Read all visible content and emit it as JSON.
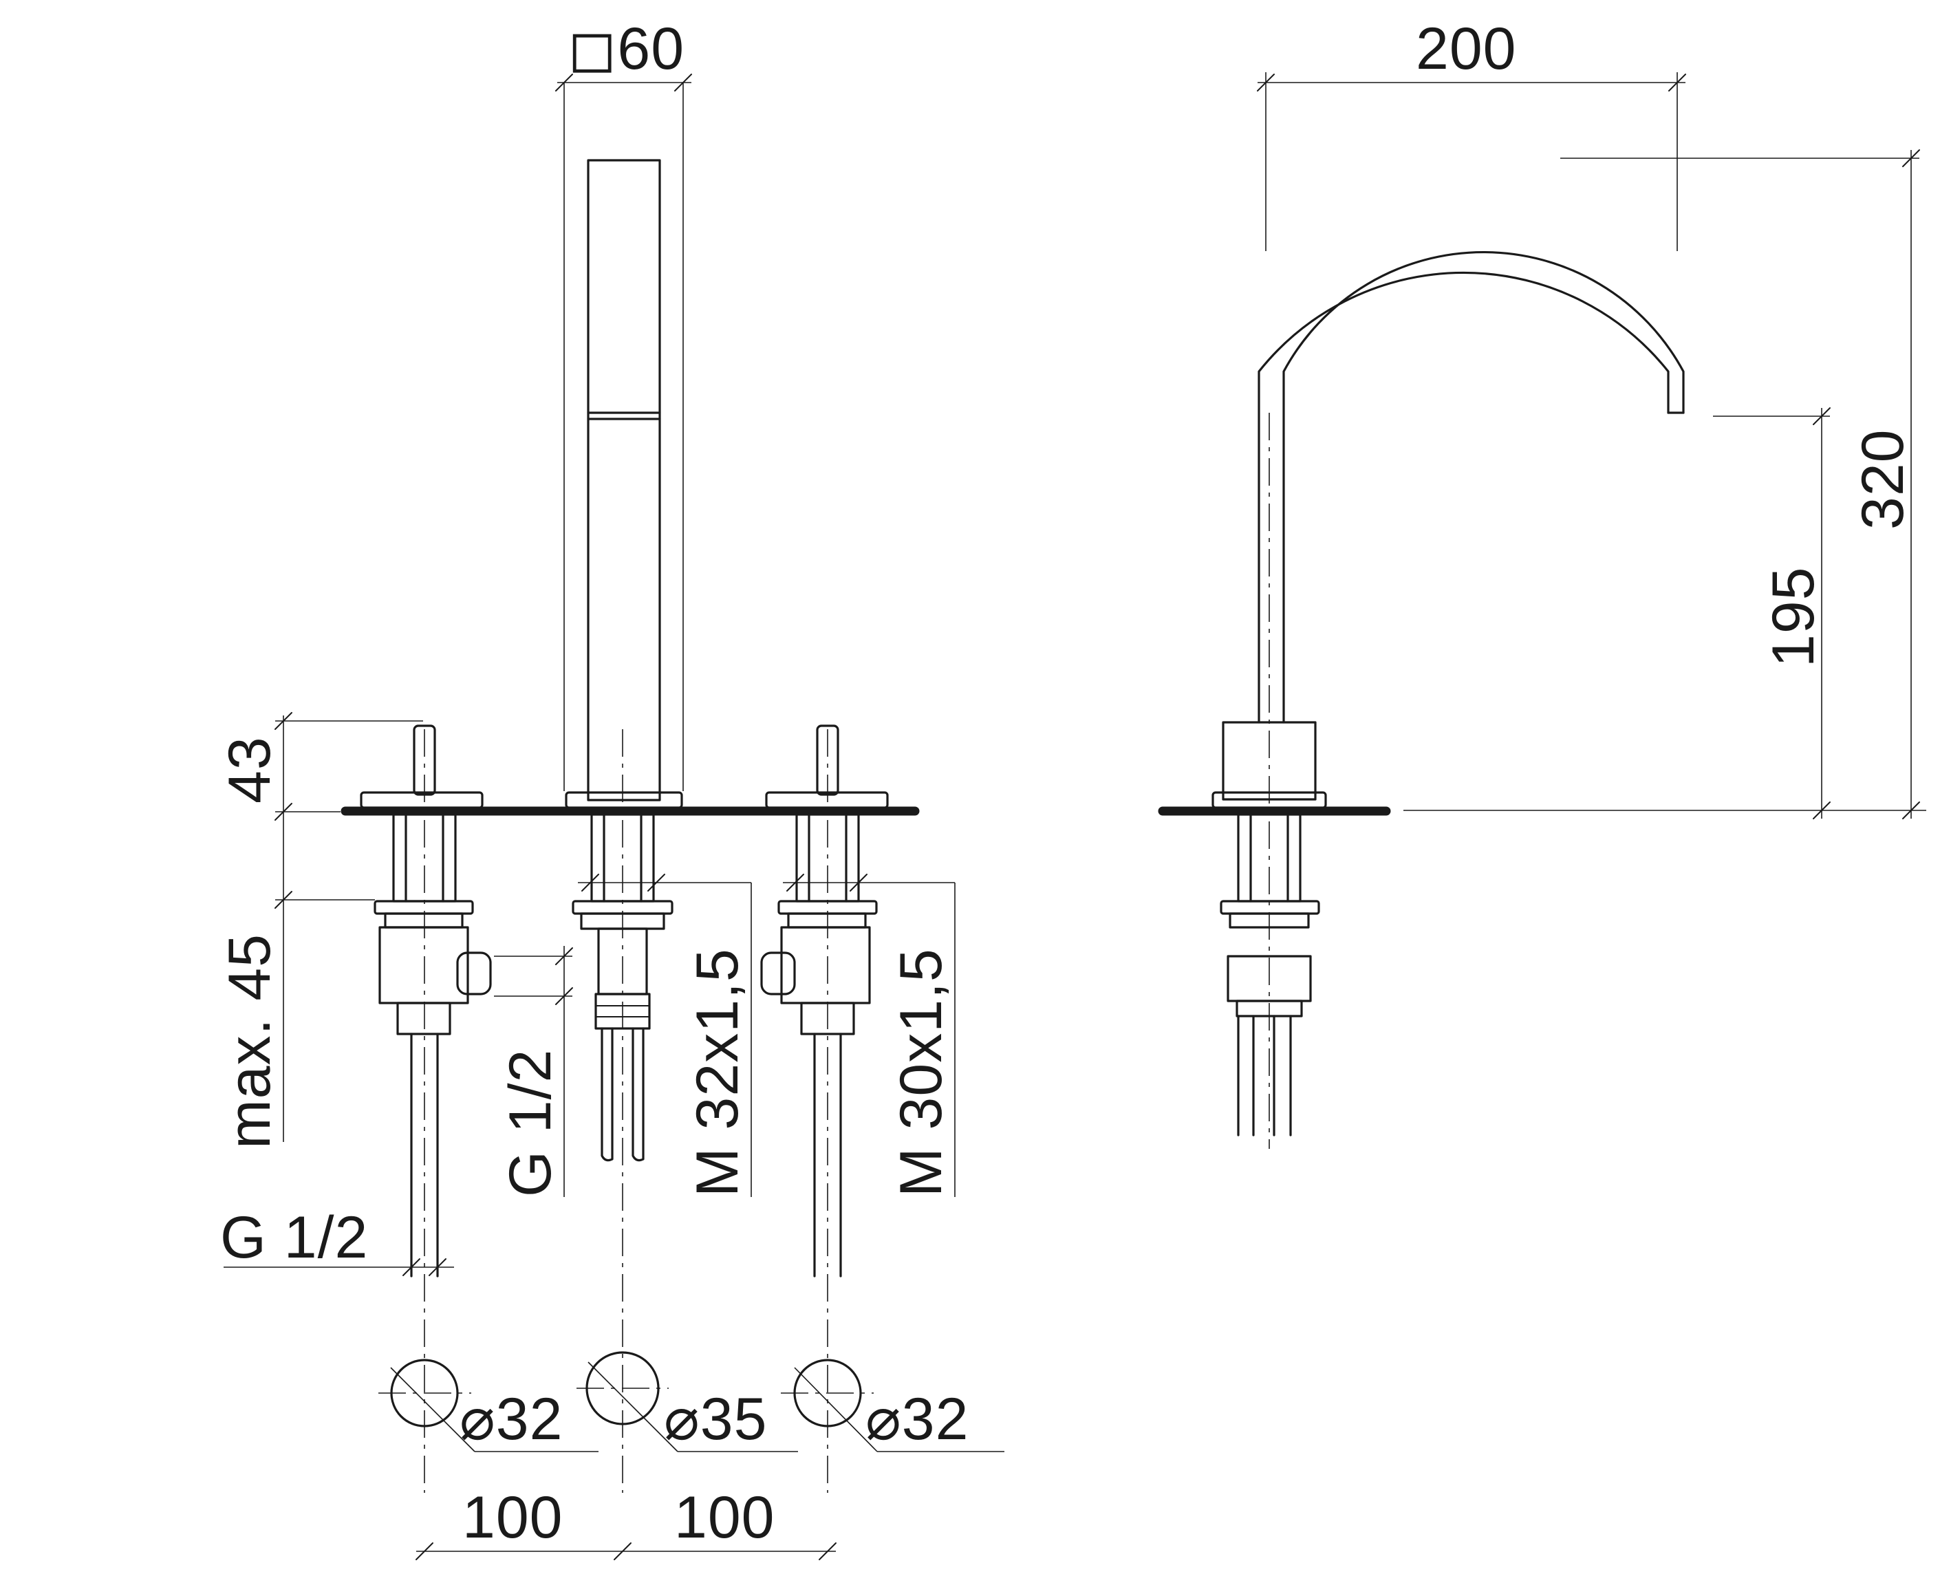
{
  "labels": {
    "square_60": "◻60",
    "dim_43": "43",
    "dim_max45": "max. 45",
    "thread_g12_left": "G 1/2",
    "thread_g12_vertical": "G 1/2",
    "thread_m32": "M 32x1,5",
    "thread_m30": "M 30x1,5",
    "dia_32_left": "⌀32",
    "dia_35": "⌀35",
    "dia_32_right": "⌀32",
    "spacing_100_left": "100",
    "spacing_100_right": "100",
    "dim_200": "200",
    "dim_195": "195",
    "dim_320": "320"
  }
}
